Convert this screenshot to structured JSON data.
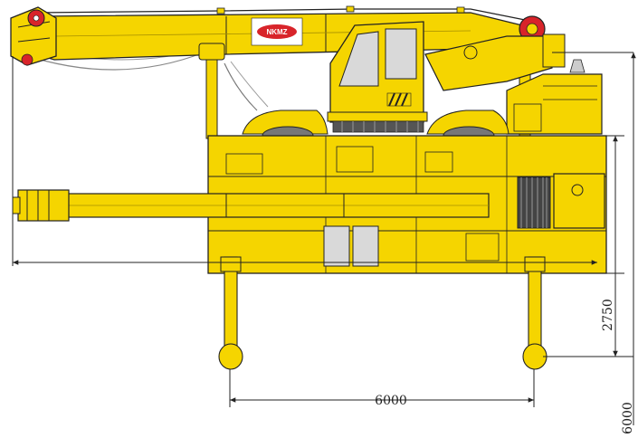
{
  "brand": {
    "logo_text": "NKMZ"
  },
  "dimensions": {
    "outrigger_span": "6000",
    "outrigger_reach": "2750",
    "overall_length": "6000"
  },
  "colors": {
    "body_yellow": "#f5d500",
    "outline": "#222222",
    "logo_red": "#d8242a",
    "glass": "#d9d9d9",
    "dim_line": "#222222"
  },
  "icons": [
    "hook-block-icon",
    "cable-drum-icon",
    "beacon-icon",
    "wheel-icon",
    "outrigger-pad-icon"
  ]
}
